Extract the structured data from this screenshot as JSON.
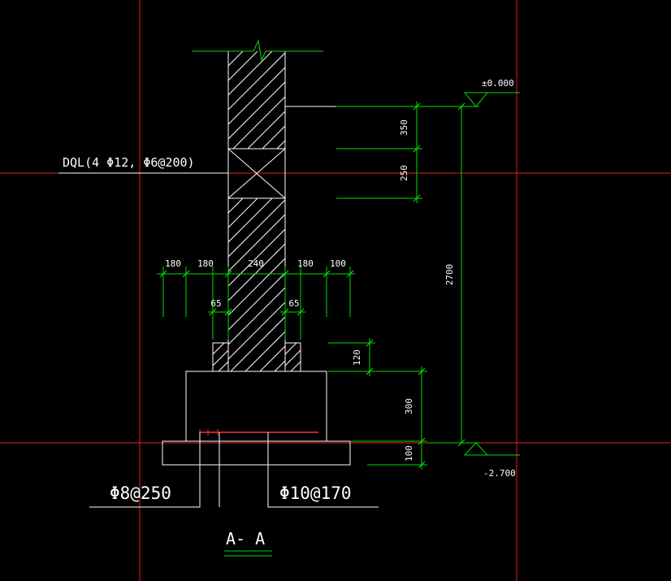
{
  "drawing": {
    "colors": {
      "background": "#000000",
      "axis": "#e02020",
      "dimension": "#00dd00",
      "outline": "#ffffff",
      "rebar": "#ff3030"
    },
    "beam_note": "DQL(4  Φ12, Φ6@200)",
    "elevations": {
      "top": "±0.000",
      "bottom": "-2.700"
    },
    "horizontal_dims": [
      "180",
      "180",
      "240",
      "180",
      "100"
    ],
    "offset_dims": [
      "65",
      "65"
    ],
    "vertical_dims": {
      "upper": [
        "350",
        "250"
      ],
      "footing": [
        "120",
        "300",
        "100"
      ],
      "total": "2700"
    },
    "rebar_labels": [
      "Φ8@250",
      "Φ10@170"
    ],
    "section_title": "A- A"
  }
}
